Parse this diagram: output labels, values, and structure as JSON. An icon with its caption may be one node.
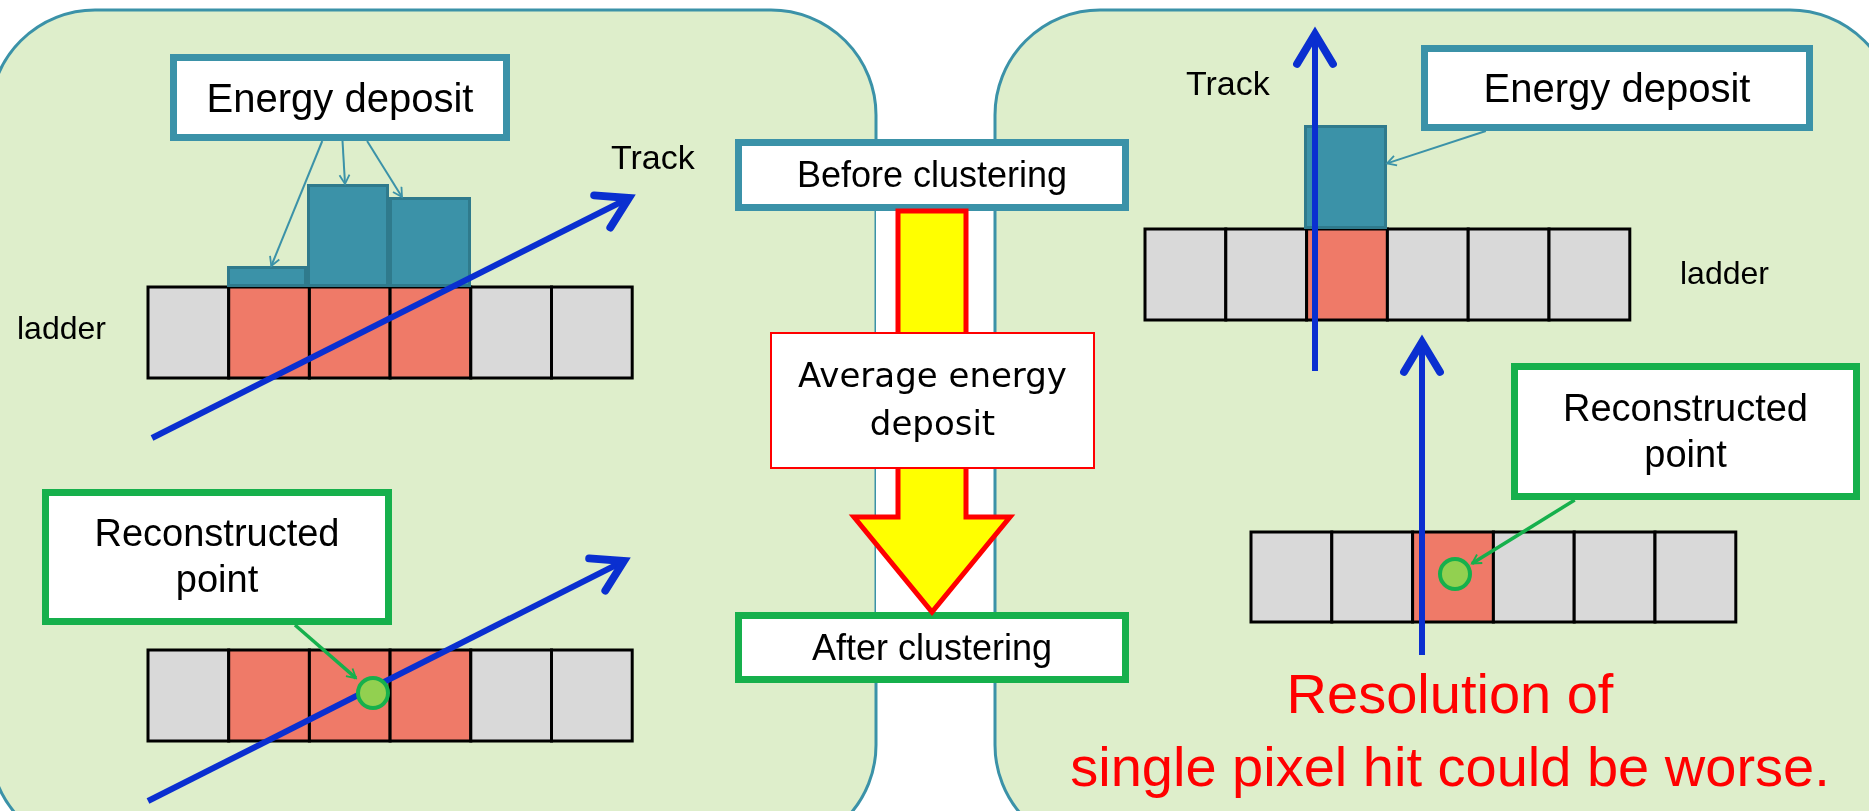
{
  "diagram": {
    "nodes": [
      {
        "text": [
          "Energy deposit"
        ]
      },
      {
        "text": [],
        "shape": "bar"
      },
      {
        "text": [],
        "shape": "bar"
      },
      {
        "text": [],
        "shape": "bar"
      },
      {
        "text": [
          "Reconstructed point"
        ]
      },
      {
        "text": [],
        "shape": "circle"
      },
      {
        "text": [
          "Before clustering"
        ]
      },
      {
        "text": [
          "After clustering"
        ]
      },
      {
        "text": [
          "Energy deposit"
        ]
      },
      {
        "text": [],
        "shape": "bar"
      },
      {
        "text": [
          "Reconstructed point"
        ]
      },
      {
        "text": [],
        "shape": "circle"
      }
    ],
    "edges": [
      {
        "from": 0,
        "to": 1,
        "arrow": "to"
      },
      {
        "from": 0,
        "to": 2,
        "arrow": "to"
      },
      {
        "from": 0,
        "to": 3,
        "arrow": "to"
      },
      {
        "from": 4,
        "to": 5,
        "arrow": "to",
        "color": "#16b04c"
      },
      {
        "from": 6,
        "to": 7,
        "arrow": "to",
        "style": "thick",
        "color": "#ffff00",
        "label": "Average energy deposit"
      },
      {
        "from": 8,
        "to": 9,
        "arrow": "to"
      },
      {
        "from": 10,
        "to": 11,
        "arrow": "to",
        "color": "#16b04c"
      }
    ],
    "labels": [
      "Track",
      "ladder",
      "Track",
      "ladder",
      "Resolution of single pixel hit could be worse."
    ]
  }
}
